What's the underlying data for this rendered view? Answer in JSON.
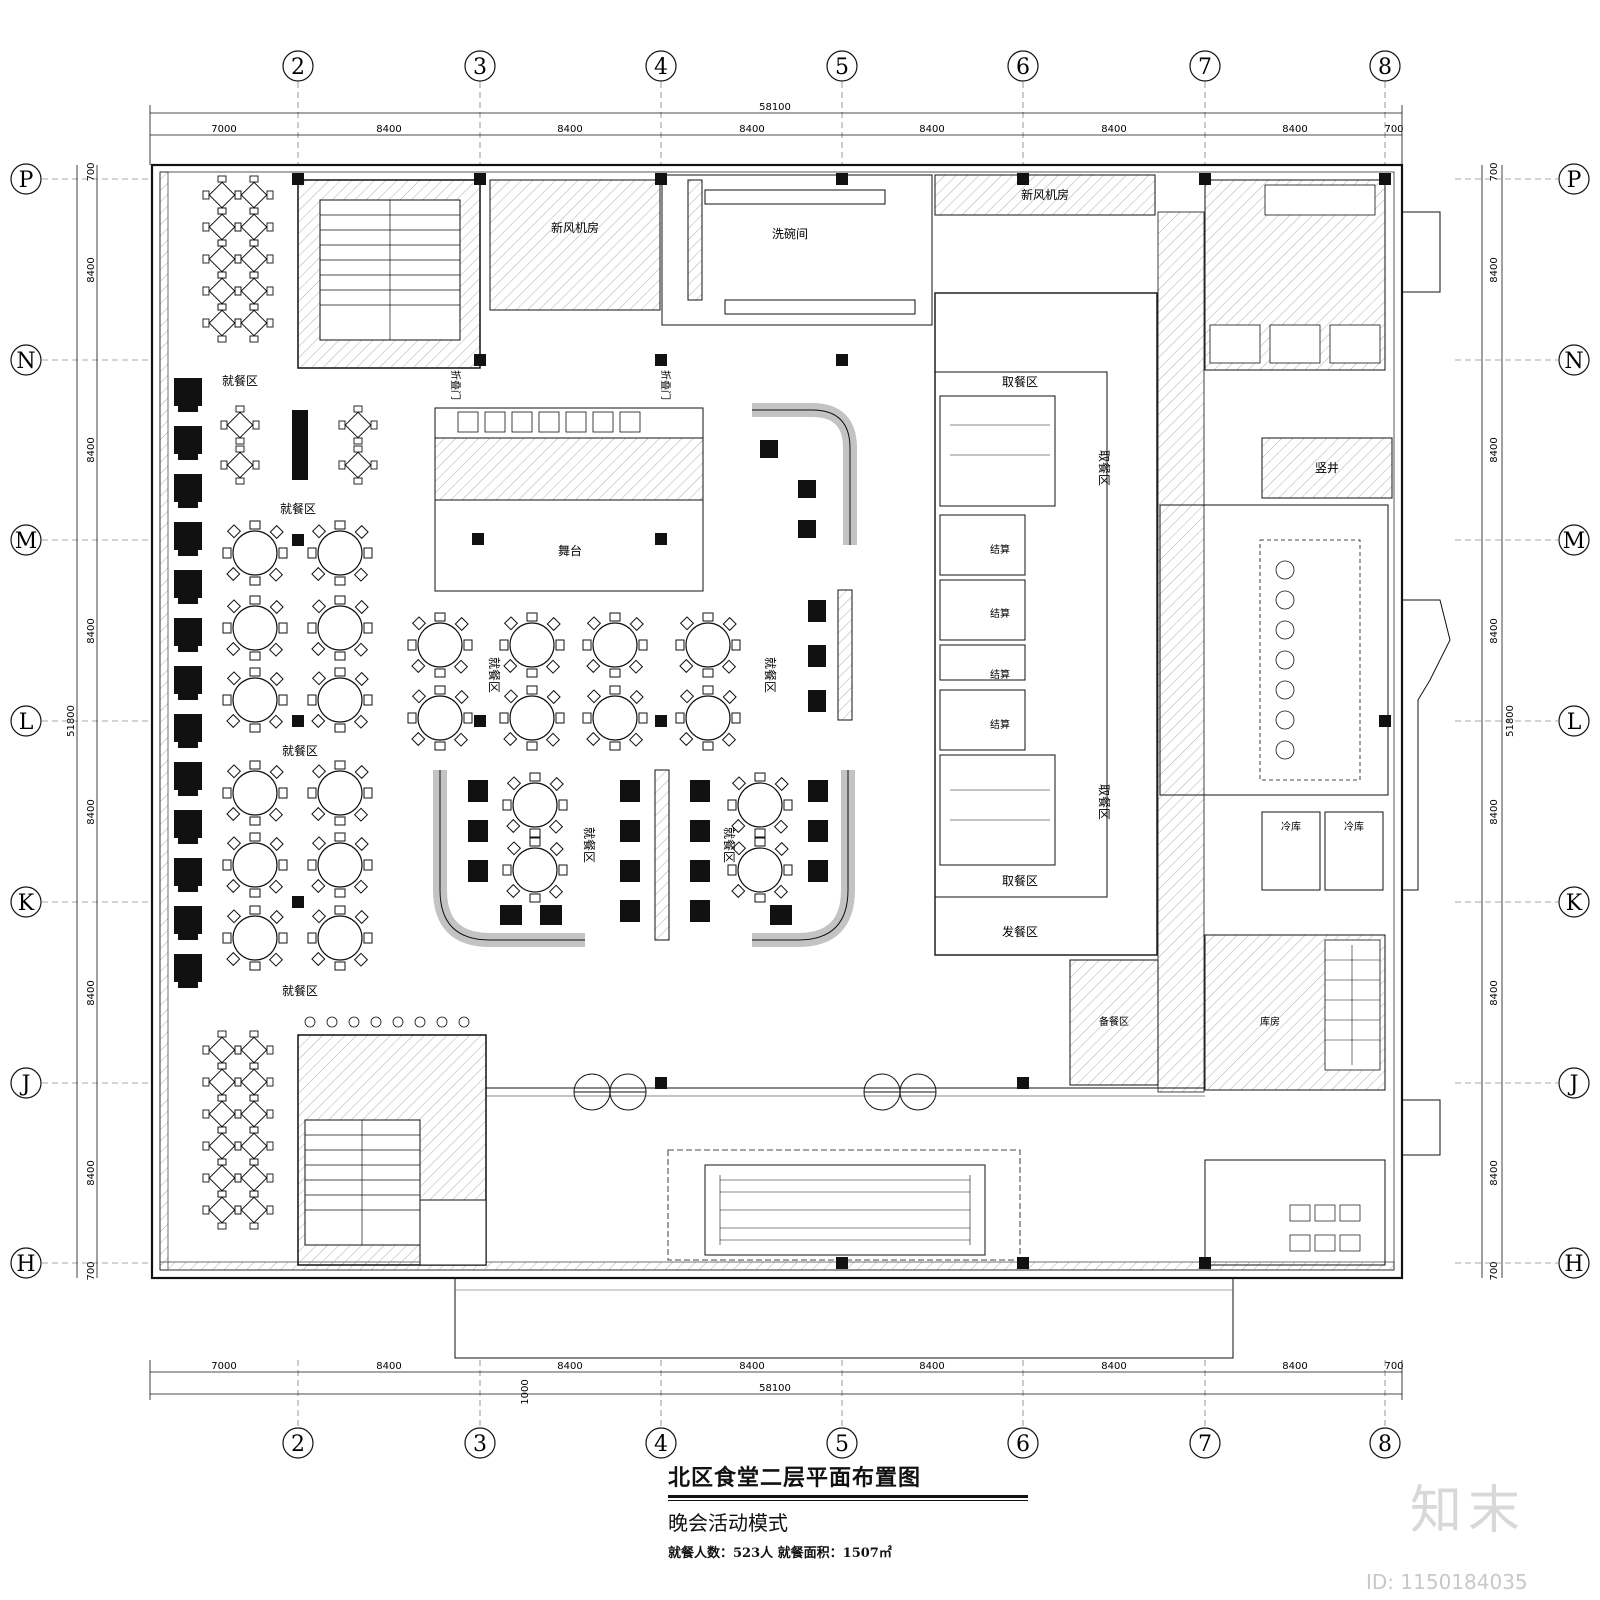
{
  "drawing": {
    "title": "北区食堂二层平面布置图",
    "subtitle": "晚会活动模式",
    "stats": "就餐人数：523人 就餐面积：1507㎡"
  },
  "grid": {
    "columns": [
      "2",
      "3",
      "4",
      "5",
      "6",
      "7",
      "8"
    ],
    "rows": [
      "P",
      "N",
      "M",
      "L",
      "K",
      "J",
      "H"
    ]
  },
  "dimensions": {
    "total_width": "58100",
    "total_height": "51800",
    "spans_x": [
      "7000",
      "8400",
      "8400",
      "8400",
      "8400",
      "8400",
      "8400",
      "700"
    ],
    "spans_y": [
      "700",
      "8400",
      "8400",
      "8400",
      "8400",
      "8400",
      "8400",
      "700"
    ],
    "bottom_offset": "1000"
  },
  "rooms": {
    "dining": "就餐区",
    "stage": "舞台",
    "pickup": "取餐区",
    "pickup_v": "取餐区",
    "checkout": "结算",
    "dispense": "发餐区",
    "fresh_air_1": "新风机房",
    "fresh_air_2": "新风机房",
    "dishwash": "洗碗间",
    "shaft": "竖井",
    "fold_door": "折叠门",
    "storage": "库房",
    "prep": "备餐区",
    "cold": "冷库"
  },
  "brand": "知末",
  "image_id": "ID: 1150184035",
  "colors": {
    "line": "#111111",
    "hatch": "#888888",
    "watermark": "#d8d8d8"
  }
}
